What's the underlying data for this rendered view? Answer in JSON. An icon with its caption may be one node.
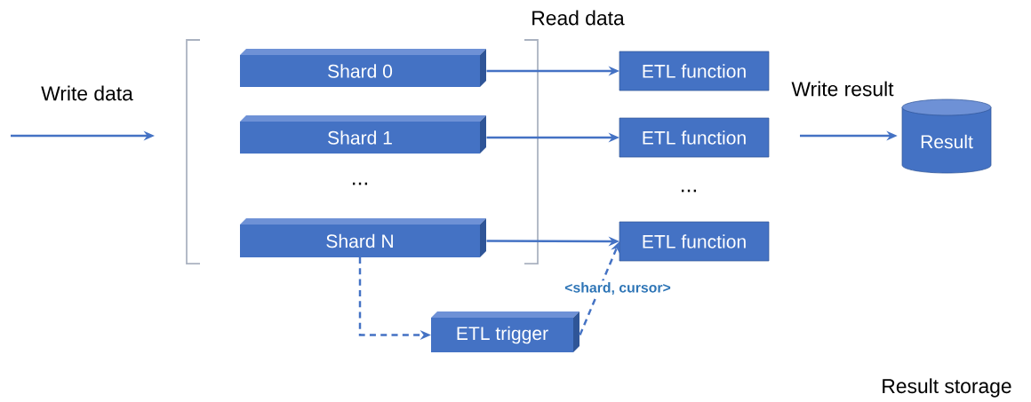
{
  "diagram": {
    "nodes": [
      {
        "text": [],
        "shape": "bracket"
      },
      {
        "text": [
          "Shard 0"
        ],
        "in": 0
      },
      {
        "text": [
          "Shard 1"
        ],
        "in": 0
      },
      {
        "text": [
          "Shard N"
        ],
        "in": 0
      },
      {
        "text": [
          "ETL function"
        ]
      },
      {
        "text": [
          "ETL function"
        ]
      },
      {
        "text": [
          "ETL function"
        ]
      },
      {
        "text": [
          "Result"
        ]
      },
      {
        "text": [
          "ETL trigger"
        ]
      }
    ],
    "edges": [
      {
        "from": null,
        "to": 0,
        "arrow": "to",
        "label": "Write data"
      },
      {
        "from": 1,
        "to": 4,
        "arrow": "to"
      },
      {
        "from": 2,
        "to": 5,
        "arrow": "to"
      },
      {
        "from": 3,
        "to": 6,
        "arrow": "to"
      },
      {
        "from": null,
        "to": 7,
        "arrow": "to",
        "label": "Write result"
      },
      {
        "from": 3,
        "to": 8,
        "arrow": "to",
        "style": "dashed"
      },
      {
        "from": 8,
        "to": 6,
        "arrow": "to",
        "style": "dashed",
        "label": "<shard, cursor>"
      }
    ],
    "labels": [
      "Read data",
      "...",
      "...",
      "Result storage"
    ]
  }
}
